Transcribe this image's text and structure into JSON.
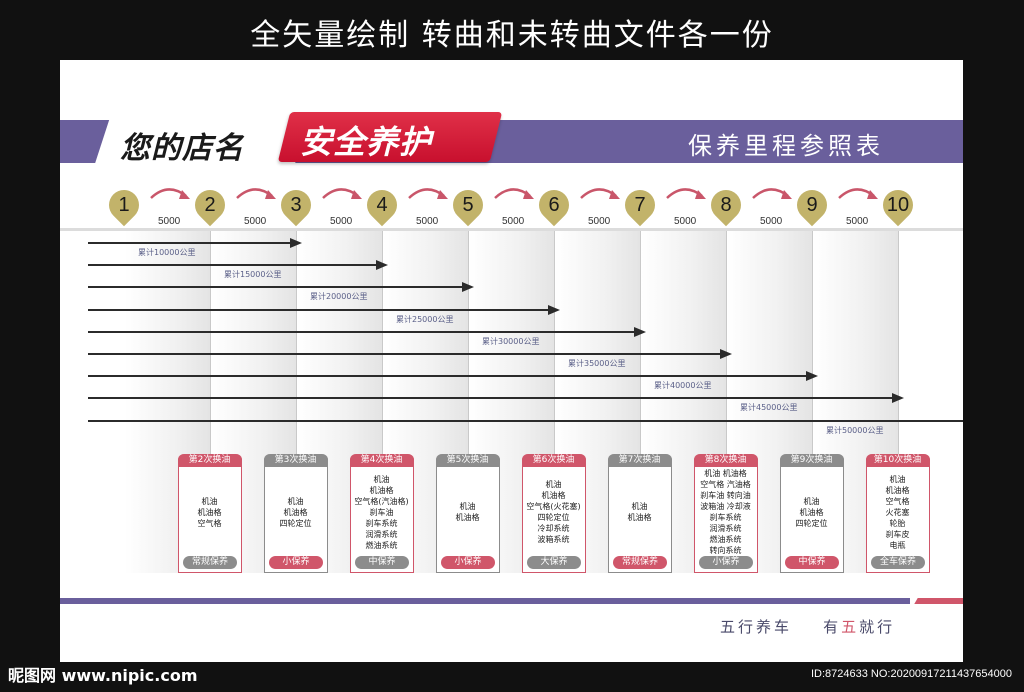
{
  "header": {
    "title": "全矢量绘制  转曲和未转曲文件各一份"
  },
  "banner": {
    "shop_name": "您的店名",
    "badge": "安全养护",
    "table_title": "保养里程参照表"
  },
  "colors": {
    "purple": "#6a5f9c",
    "red": "#c8102e",
    "pin": "#c2b36a",
    "card_red": "#d0566a",
    "card_gray": "#8c8c8c"
  },
  "steps": {
    "pins": [
      "1",
      "2",
      "3",
      "4",
      "5",
      "6",
      "7",
      "8",
      "9",
      "10"
    ],
    "interval_label": "5000"
  },
  "cumulative": [
    "累计10000公里",
    "累计15000公里",
    "累计20000公里",
    "累计25000公里",
    "累计30000公里",
    "累计35000公里",
    "累计40000公里",
    "累计45000公里",
    "累计50000公里"
  ],
  "cards": [
    {
      "title": "第2次换油",
      "items": [
        "机油",
        "机油格",
        "空气格"
      ],
      "level": "常规保养",
      "head": "red",
      "foot": "gray"
    },
    {
      "title": "第3次换油",
      "items": [
        "机油",
        "机油格",
        "四轮定位"
      ],
      "level": "小保养",
      "head": "gray",
      "foot": "red"
    },
    {
      "title": "第4次换油",
      "items": [
        "机油",
        "机油格",
        "空气格(汽油格)",
        "刹车油",
        "刹车系统",
        "润滑系统",
        "燃油系统"
      ],
      "level": "中保养",
      "head": "red",
      "foot": "gray"
    },
    {
      "title": "第5次换油",
      "items": [
        "机油",
        "机油格"
      ],
      "level": "小保养",
      "head": "gray",
      "foot": "red"
    },
    {
      "title": "第6次换油",
      "items": [
        "机油",
        "机油格",
        "空气格(火花塞)",
        "四轮定位",
        "冷却系统",
        "波箱系统"
      ],
      "level": "大保养",
      "head": "red",
      "foot": "gray"
    },
    {
      "title": "第7次换油",
      "items": [
        "机油",
        "机油格"
      ],
      "level": "常规保养",
      "head": "gray",
      "foot": "red"
    },
    {
      "title": "第8次换油",
      "items": [
        "机油 机油格",
        "空气格 汽油格",
        "刹车油 转向油",
        "波箱油 冷却液",
        "刹车系统",
        "润滑系统",
        "燃油系统",
        "转向系统"
      ],
      "level": "小保养",
      "head": "red",
      "foot": "gray"
    },
    {
      "title": "第9次换油",
      "items": [
        "机油",
        "机油格",
        "四轮定位"
      ],
      "level": "中保养",
      "head": "gray",
      "foot": "red"
    },
    {
      "title": "第10次换油",
      "items": [
        "机油",
        "机油格",
        "空气格",
        "火花塞",
        "轮胎",
        "刹车皮",
        "电瓶"
      ],
      "level": "全车保养",
      "head": "red",
      "foot": "gray"
    }
  ],
  "slogan": {
    "part1": "五行养车",
    "part2a": "有",
    "part2b": "五",
    "part2c": "就行"
  },
  "footer": {
    "logo": "昵图网 www.nipic.com",
    "id": "ID:8724633 NO:20200917211437654000"
  }
}
